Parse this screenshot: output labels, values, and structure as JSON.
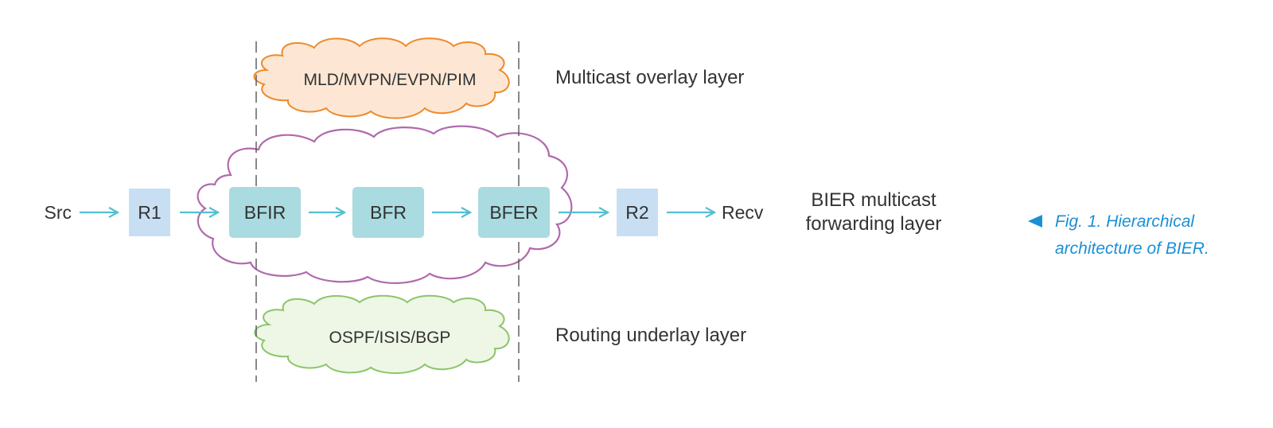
{
  "overlay": {
    "cloud_text": "MLD/MVPN/EVPN/PIM",
    "layer_label": "Multicast overlay layer"
  },
  "forwarding": {
    "src": "Src",
    "r1": "R1",
    "bfir": "BFIR",
    "bfr": "BFR",
    "bfer": "BFER",
    "r2": "R2",
    "recv": "Recv",
    "layer_label_line1": "BIER multicast",
    "layer_label_line2": "forwarding layer"
  },
  "underlay": {
    "cloud_text": "OSPF/ISIS/BGP",
    "layer_label": "Routing underlay layer"
  },
  "caption": {
    "line1": "Fig. 1. Hierarchical",
    "line2": "architecture of BIER."
  },
  "colors": {
    "overlay_stroke": "#ee8a2a",
    "overlay_fill": "#fde7d4",
    "forwarding_stroke": "#b06aac",
    "underlay_stroke": "#8cc56a",
    "underlay_fill": "#eef6e6",
    "router_fill": "#c8dff3",
    "bier_node_fill": "#a9dbe0",
    "arrow": "#54bed0",
    "caption": "#1a8fd6"
  }
}
